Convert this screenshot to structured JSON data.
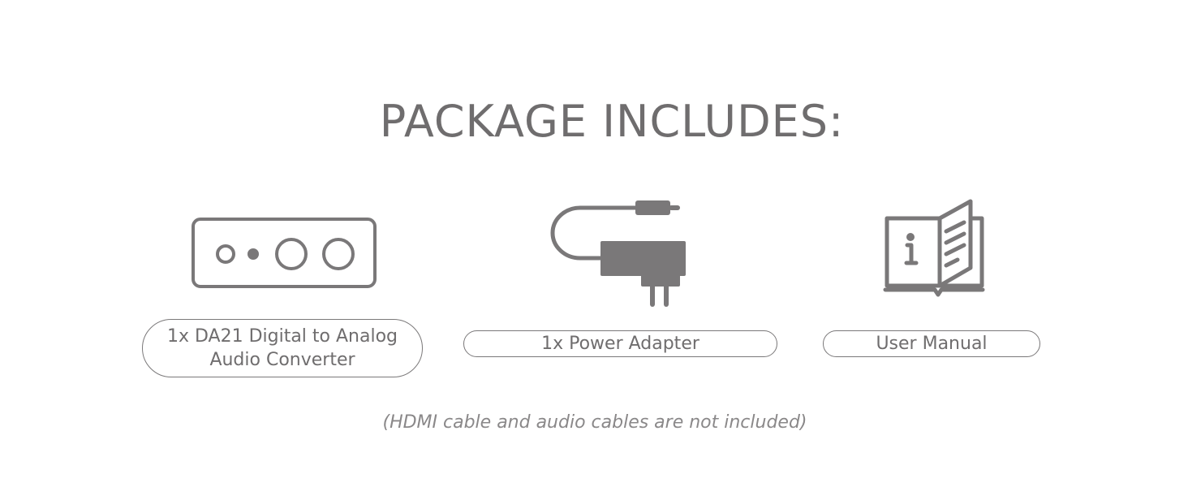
{
  "title": "PACKAGE INCLUDES:",
  "items": [
    {
      "icon": "dac-device-icon",
      "label_line1": "1x DA21 Digital to Analog",
      "label_line2": "Audio Converter"
    },
    {
      "icon": "power-adapter-icon",
      "label": "1x Power Adapter"
    },
    {
      "icon": "user-manual-icon",
      "label": "User Manual"
    }
  ],
  "note": "(HDMI cable and audio cables are not included)",
  "colors": {
    "icon": "#7a7879",
    "text": "#6f6d6e"
  }
}
